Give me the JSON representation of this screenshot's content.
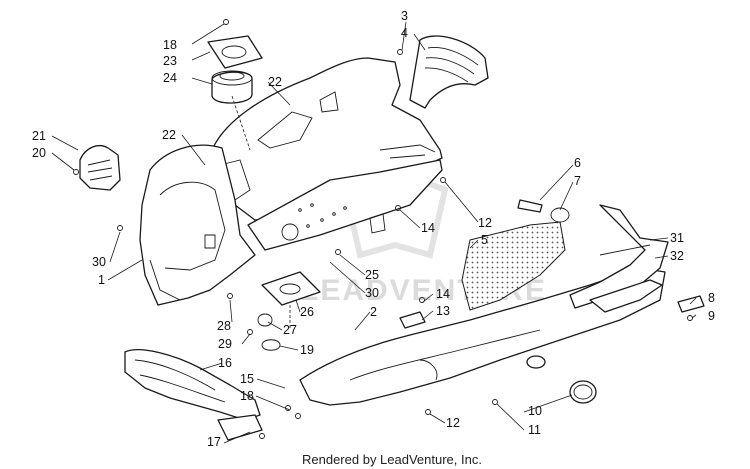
{
  "callouts": [
    {
      "id": "c18a",
      "text": "18"
    },
    {
      "id": "c23",
      "text": "23"
    },
    {
      "id": "c24",
      "text": "24"
    },
    {
      "id": "c22a",
      "text": "22"
    },
    {
      "id": "c22b",
      "text": "22"
    },
    {
      "id": "c3",
      "text": "3"
    },
    {
      "id": "c4",
      "text": "4"
    },
    {
      "id": "c21",
      "text": "21"
    },
    {
      "id": "c20",
      "text": "20"
    },
    {
      "id": "c6",
      "text": "6"
    },
    {
      "id": "c7",
      "text": "7"
    },
    {
      "id": "c12a",
      "text": "12"
    },
    {
      "id": "c5",
      "text": "5"
    },
    {
      "id": "c14a",
      "text": "14"
    },
    {
      "id": "c30a",
      "text": "30"
    },
    {
      "id": "c1",
      "text": "1"
    },
    {
      "id": "c31",
      "text": "31"
    },
    {
      "id": "c32",
      "text": "32"
    },
    {
      "id": "c25",
      "text": "25"
    },
    {
      "id": "c30b",
      "text": "30"
    },
    {
      "id": "c14b",
      "text": "14"
    },
    {
      "id": "c13",
      "text": "13"
    },
    {
      "id": "c2",
      "text": "2"
    },
    {
      "id": "c8",
      "text": "8"
    },
    {
      "id": "c9",
      "text": "9"
    },
    {
      "id": "c26",
      "text": "26"
    },
    {
      "id": "c28",
      "text": "28"
    },
    {
      "id": "c27",
      "text": "27"
    },
    {
      "id": "c29",
      "text": "29"
    },
    {
      "id": "c19",
      "text": "19"
    },
    {
      "id": "c16",
      "text": "16"
    },
    {
      "id": "c15",
      "text": "15"
    },
    {
      "id": "c18b",
      "text": "18"
    },
    {
      "id": "c12b",
      "text": "12"
    },
    {
      "id": "c10",
      "text": "10"
    },
    {
      "id": "c11",
      "text": "11"
    },
    {
      "id": "c17",
      "text": "17"
    }
  ],
  "watermark": "LEADVENTURE",
  "credit": "Rendered by LeadVenture, Inc."
}
